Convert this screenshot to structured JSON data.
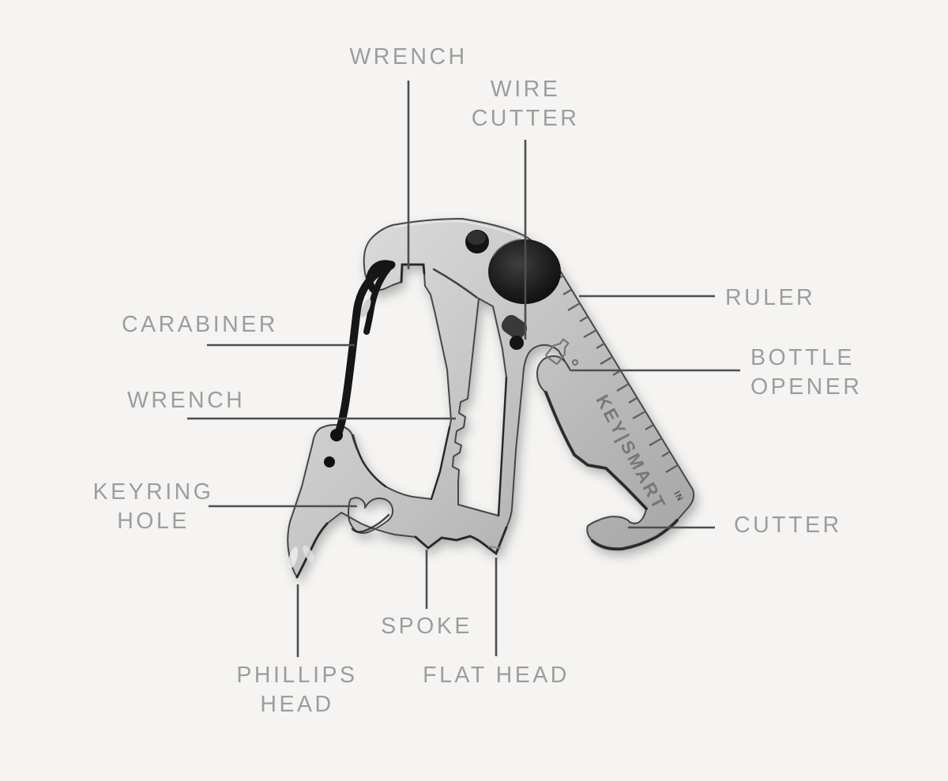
{
  "background_color": "#f5f4f2",
  "colors": {
    "label_text": "#9d9d9d",
    "callout_line": "#4e4e4e",
    "metal_light": "#dadada",
    "metal_mid": "#c2c2c2",
    "metal_dark": "#a3a3a3",
    "hardware_black": "#151515",
    "engraving": "#6e6e6e"
  },
  "tool": {
    "brand_engraving": "KEY|SMART",
    "ruler_unit": "IN"
  },
  "labels": {
    "wrench_top": "WRENCH",
    "wire_cutter": "WIRE\nCUTTER",
    "ruler": "RULER",
    "bottle_opener": "BOTTLE\nOPENER",
    "carabiner": "CARABINER",
    "wrench_left": "WRENCH",
    "keyring_hole": "KEYRING\nHOLE",
    "cutter": "CUTTER",
    "spoke": "SPOKE",
    "phillips_head": "PHILLIPS\nHEAD",
    "flat_head": "FLAT HEAD"
  }
}
